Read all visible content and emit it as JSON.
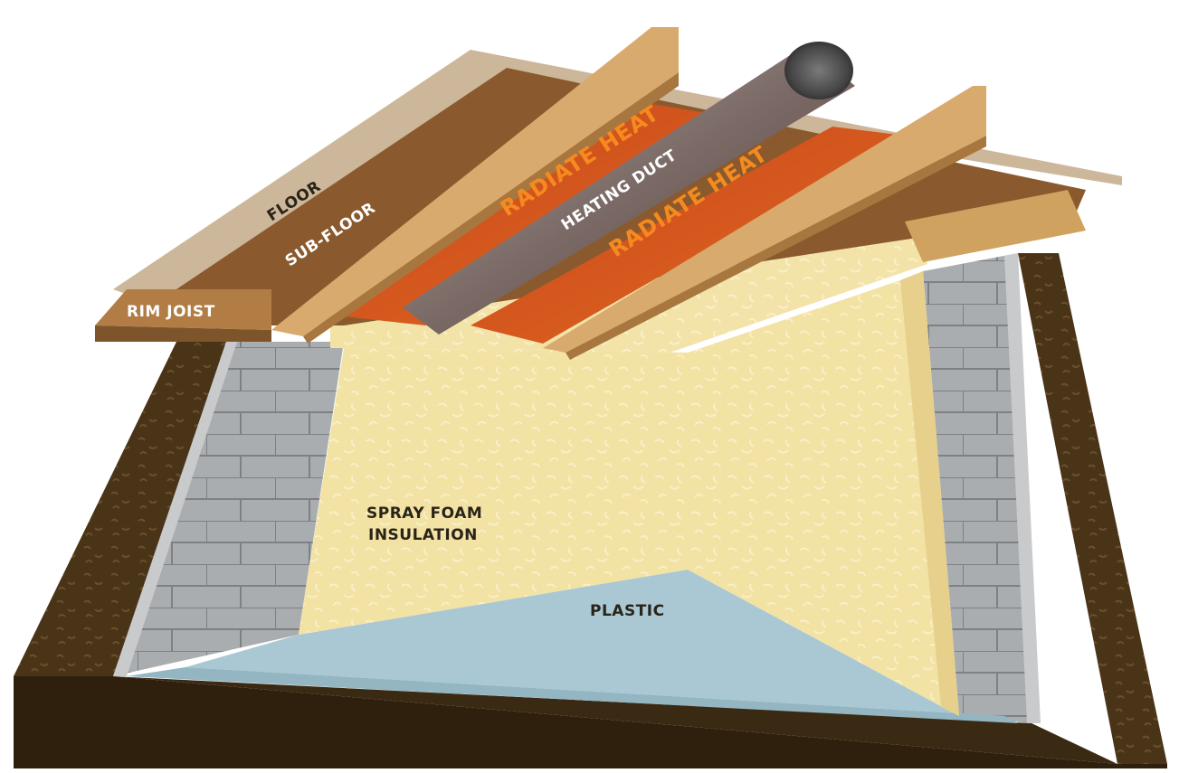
{
  "diagram": {
    "labels": {
      "floor": "FLOOR",
      "sub_floor": "SUB-FLOOR",
      "rim_joist": "RIM JOIST",
      "radiate_heat_left": "RADIATE HEAT",
      "radiate_heat_right": "RADIATE HEAT",
      "heating_duct": "HEATING DUCT",
      "spray_foam_line1": "SPRAY FOAM",
      "spray_foam_line2": "INSULATION",
      "plastic": "PLASTIC"
    },
    "colors": {
      "soil": "#4a3418",
      "soil_dark": "#2f200e",
      "block": "#a9acaf",
      "block_mortar": "#7e8184",
      "foam": "#f2e2a4",
      "foam_shade": "#e6d08c",
      "plastic": "#a9c8d3",
      "wood": "#d9aa6d",
      "wood_dark": "#a7773f",
      "subfloor": "#8a5a2e",
      "floor": "#cdb79a",
      "heat": "#d9521c",
      "duct": "#7c6a66",
      "heat_text": "#f58a1f"
    }
  }
}
